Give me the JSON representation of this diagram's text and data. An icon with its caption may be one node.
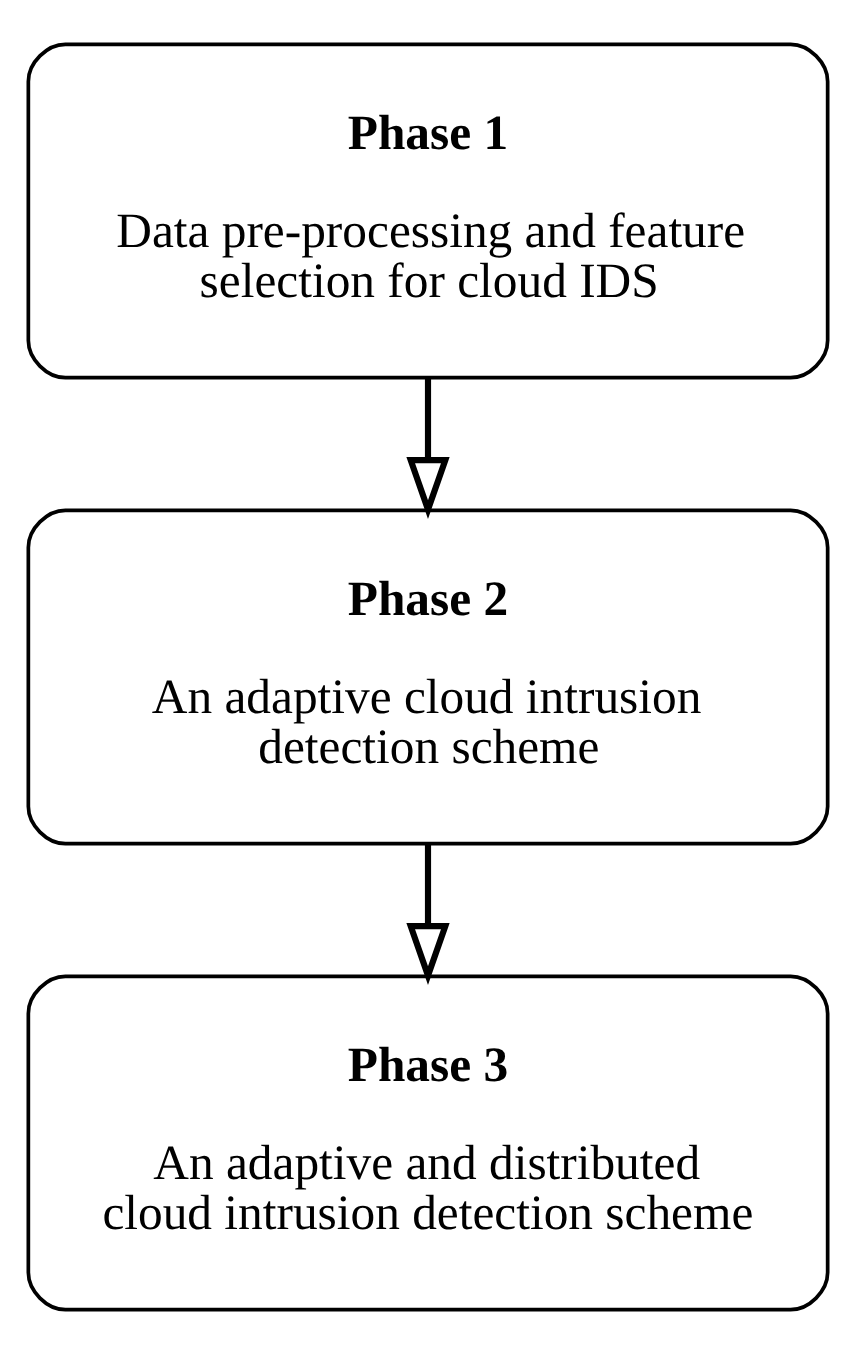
{
  "diagram": {
    "nodes": [
      {
        "text": [
          "Phase 1",
          "Data pre-processing and feature selection for cloud IDS"
        ]
      },
      {
        "text": [
          "Phase 2",
          "An adaptive cloud intrusion detection scheme"
        ]
      },
      {
        "text": [
          "Phase 3",
          "An adaptive and distributed cloud intrusion detection scheme"
        ]
      }
    ],
    "edges": [
      {
        "from": 0,
        "to": 1,
        "arrow": "to"
      },
      {
        "from": 1,
        "to": 2,
        "arrow": "to"
      }
    ]
  }
}
